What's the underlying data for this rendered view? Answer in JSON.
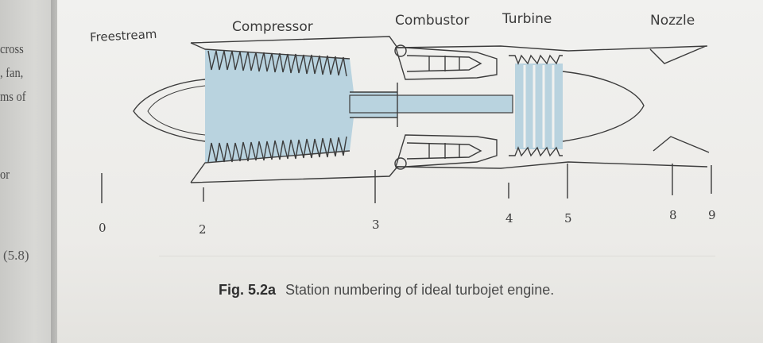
{
  "margin_text": {
    "line1": "cross",
    "line2": ", fan,",
    "line3": "ms of",
    "line4": "or",
    "equation_number": "(5.8)"
  },
  "diagram": {
    "labels": {
      "freestream": "Freestream",
      "compressor": "Compressor",
      "combustor": "Combustor",
      "turbine": "Turbine",
      "nozzle": "Nozzle"
    },
    "stations": [
      "0",
      "2",
      "3",
      "4",
      "5",
      "8",
      "9"
    ],
    "colors": {
      "fill": "#b9d3df",
      "line": "#3c3c3c"
    }
  },
  "caption": {
    "tag": "Fig. 5.2a",
    "text": "Station numbering of ideal turbojet engine."
  }
}
